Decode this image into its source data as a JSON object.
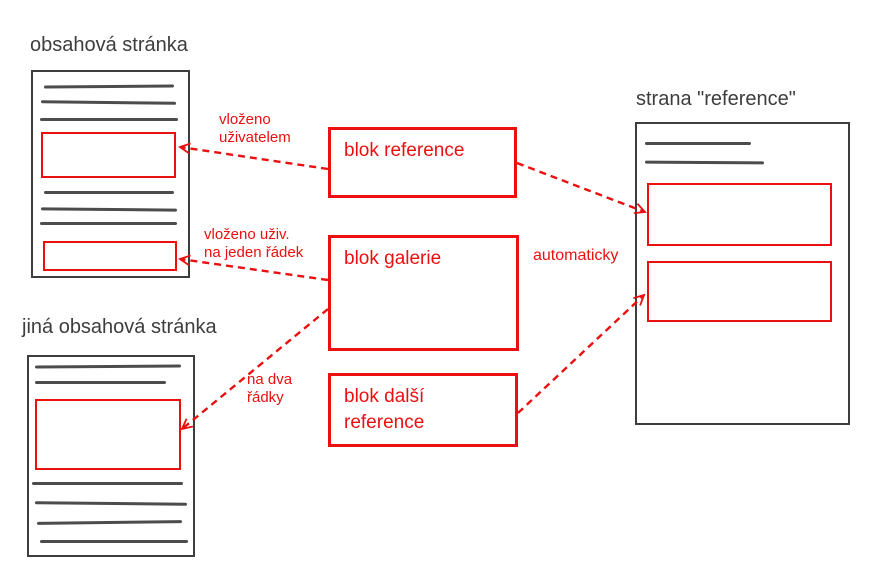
{
  "diagram": {
    "left_pages": [
      {
        "title": "obsahová stránka"
      },
      {
        "title": "jiná obsahová stránka"
      }
    ],
    "right_page": {
      "title": "strana \"reference\""
    },
    "blocks": [
      {
        "label": "blok reference"
      },
      {
        "label": "blok galerie"
      },
      {
        "label": "blok další reference"
      }
    ],
    "annotations": [
      {
        "text": "vloženo\nuživatelem"
      },
      {
        "text": "vloženo uživ.\nna jeden řádek"
      },
      {
        "text": "na dva\nřádky"
      },
      {
        "text": "automaticky"
      }
    ],
    "colors": {
      "accent_red": "#ea1010",
      "outline_gray": "#3d3d3d",
      "text_line_gray": "#4c4c4c"
    }
  }
}
